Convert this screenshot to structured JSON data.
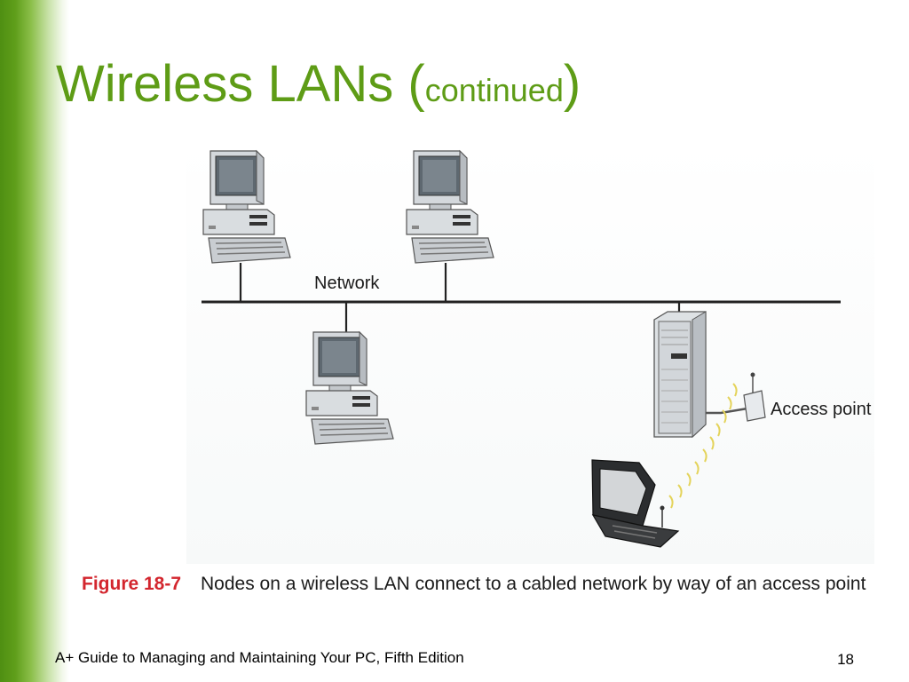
{
  "slide": {
    "title_main": "Wireless LANs (",
    "title_sub": "continued",
    "title_close": ")",
    "theme_color": "#5e9c16",
    "footer": "A+ Guide to Managing and Maintaining Your PC, Fifth Edition",
    "page_number": "18"
  },
  "figure": {
    "network_label": "Network",
    "access_point_label": "Access point",
    "caption_number": "Figure 18-7",
    "caption_text": "Nodes on a wireless LAN connect to a cabled network by way of an access point",
    "caption_number_color": "#d3262e"
  }
}
